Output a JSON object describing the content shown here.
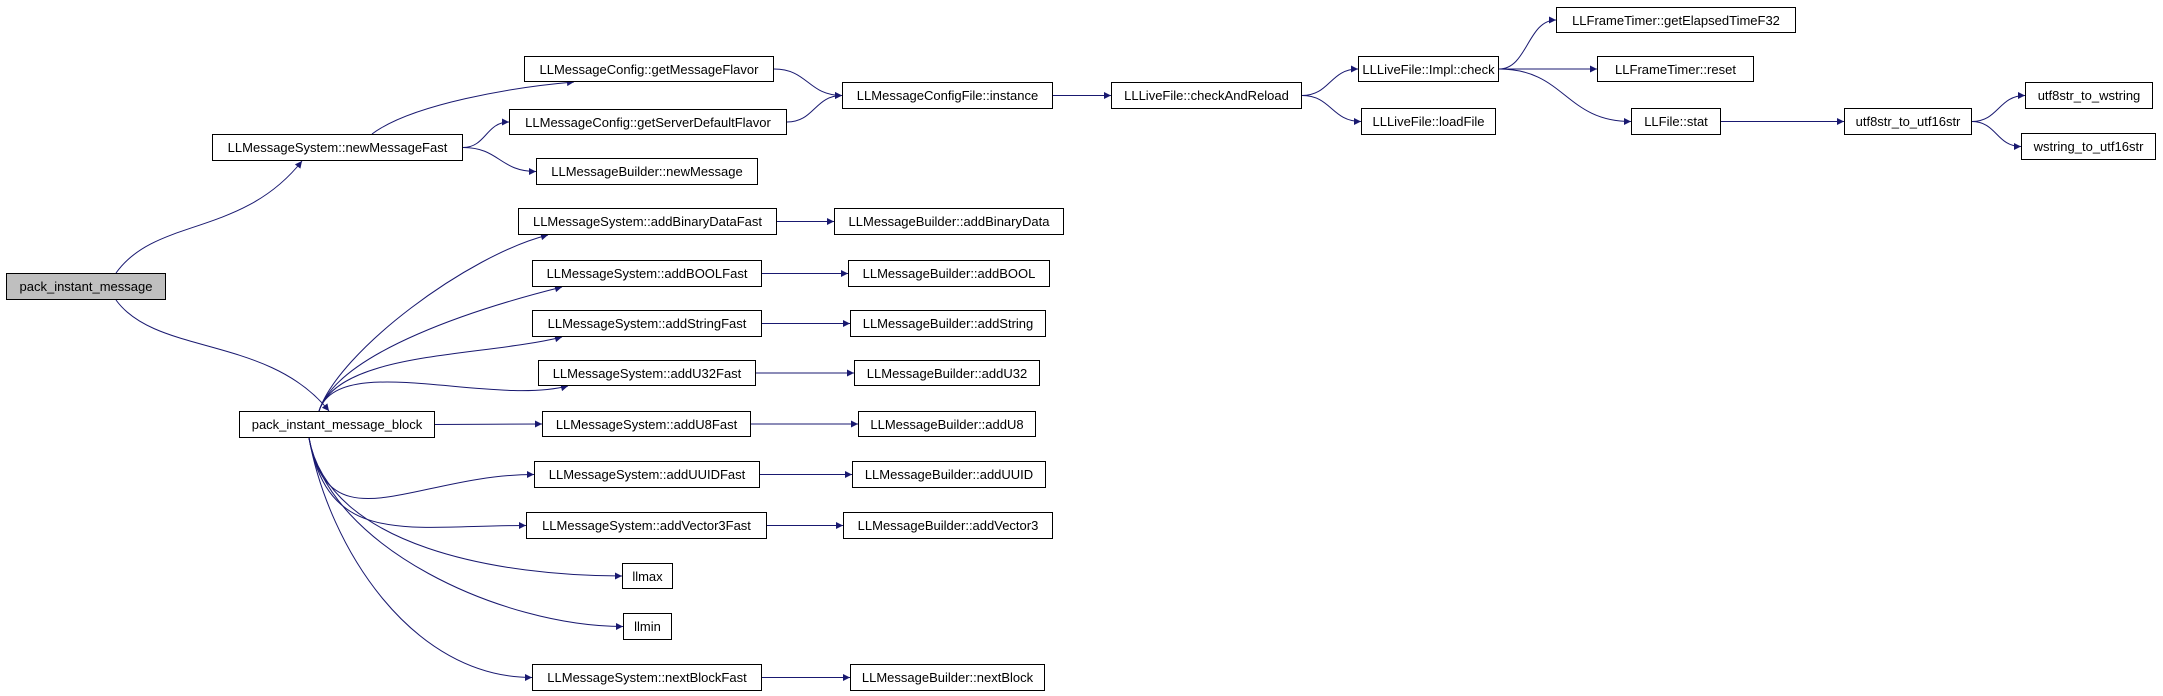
{
  "colors": {
    "edge": "#191970",
    "root_fill": "#bfbfbf",
    "node_fill": "#ffffff",
    "border": "#000000"
  },
  "nodes": [
    {
      "id": "pack_instant_message",
      "label": "pack_instant_message",
      "root": true
    },
    {
      "id": "newMessageFast",
      "label": "LLMessageSystem::newMessageFast"
    },
    {
      "id": "pack_instant_message_block",
      "label": "pack_instant_message_block"
    },
    {
      "id": "getMessageFlavor",
      "label": "LLMessageConfig::getMessageFlavor"
    },
    {
      "id": "getServerDefaultFlavor",
      "label": "LLMessageConfig::getServerDefaultFlavor"
    },
    {
      "id": "newMessage",
      "label": "LLMessageBuilder::newMessage"
    },
    {
      "id": "configInstance",
      "label": "LLMessageConfigFile::instance"
    },
    {
      "id": "checkAndReload",
      "label": "LLLiveFile::checkAndReload"
    },
    {
      "id": "implCheck",
      "label": "LLLiveFile::Impl::check"
    },
    {
      "id": "loadFile",
      "label": "LLLiveFile::loadFile"
    },
    {
      "id": "getElapsedTimeF32",
      "label": "LLFrameTimer::getElapsedTimeF32"
    },
    {
      "id": "timerReset",
      "label": "LLFrameTimer::reset"
    },
    {
      "id": "fileStat",
      "label": "LLFile::stat"
    },
    {
      "id": "utf8str_to_utf16str",
      "label": "utf8str_to_utf16str"
    },
    {
      "id": "utf8str_to_wstring",
      "label": "utf8str_to_wstring"
    },
    {
      "id": "wstring_to_utf16str",
      "label": "wstring_to_utf16str"
    },
    {
      "id": "addBinaryDataFast",
      "label": "LLMessageSystem::addBinaryDataFast"
    },
    {
      "id": "addBinaryData",
      "label": "LLMessageBuilder::addBinaryData"
    },
    {
      "id": "addBOOLFast",
      "label": "LLMessageSystem::addBOOLFast"
    },
    {
      "id": "addBOOL",
      "label": "LLMessageBuilder::addBOOL"
    },
    {
      "id": "addStringFast",
      "label": "LLMessageSystem::addStringFast"
    },
    {
      "id": "addString",
      "label": "LLMessageBuilder::addString"
    },
    {
      "id": "addU32Fast",
      "label": "LLMessageSystem::addU32Fast"
    },
    {
      "id": "addU32",
      "label": "LLMessageBuilder::addU32"
    },
    {
      "id": "addU8Fast",
      "label": "LLMessageSystem::addU8Fast"
    },
    {
      "id": "addU8",
      "label": "LLMessageBuilder::addU8"
    },
    {
      "id": "addUUIDFast",
      "label": "LLMessageSystem::addUUIDFast"
    },
    {
      "id": "addUUID",
      "label": "LLMessageBuilder::addUUID"
    },
    {
      "id": "addVector3Fast",
      "label": "LLMessageSystem::addVector3Fast"
    },
    {
      "id": "addVector3",
      "label": "LLMessageBuilder::addVector3"
    },
    {
      "id": "llmax",
      "label": "llmax"
    },
    {
      "id": "llmin",
      "label": "llmin"
    },
    {
      "id": "nextBlockFast",
      "label": "LLMessageSystem::nextBlockFast"
    },
    {
      "id": "nextBlock",
      "label": "LLMessageBuilder::nextBlock"
    }
  ],
  "edges": [
    [
      "pack_instant_message",
      "newMessageFast"
    ],
    [
      "pack_instant_message",
      "pack_instant_message_block"
    ],
    [
      "newMessageFast",
      "getMessageFlavor"
    ],
    [
      "newMessageFast",
      "getServerDefaultFlavor"
    ],
    [
      "newMessageFast",
      "newMessage"
    ],
    [
      "getMessageFlavor",
      "configInstance"
    ],
    [
      "getServerDefaultFlavor",
      "configInstance"
    ],
    [
      "configInstance",
      "checkAndReload"
    ],
    [
      "checkAndReload",
      "implCheck"
    ],
    [
      "checkAndReload",
      "loadFile"
    ],
    [
      "implCheck",
      "getElapsedTimeF32"
    ],
    [
      "implCheck",
      "timerReset"
    ],
    [
      "implCheck",
      "fileStat"
    ],
    [
      "fileStat",
      "utf8str_to_utf16str"
    ],
    [
      "utf8str_to_utf16str",
      "utf8str_to_wstring"
    ],
    [
      "utf8str_to_utf16str",
      "wstring_to_utf16str"
    ],
    [
      "pack_instant_message_block",
      "addBinaryDataFast"
    ],
    [
      "pack_instant_message_block",
      "addBOOLFast"
    ],
    [
      "pack_instant_message_block",
      "addStringFast"
    ],
    [
      "pack_instant_message_block",
      "addU32Fast"
    ],
    [
      "pack_instant_message_block",
      "addU8Fast"
    ],
    [
      "pack_instant_message_block",
      "addUUIDFast"
    ],
    [
      "pack_instant_message_block",
      "addVector3Fast"
    ],
    [
      "pack_instant_message_block",
      "llmax"
    ],
    [
      "pack_instant_message_block",
      "llmin"
    ],
    [
      "pack_instant_message_block",
      "nextBlockFast"
    ],
    [
      "addBinaryDataFast",
      "addBinaryData"
    ],
    [
      "addBOOLFast",
      "addBOOL"
    ],
    [
      "addStringFast",
      "addString"
    ],
    [
      "addU32Fast",
      "addU32"
    ],
    [
      "addU8Fast",
      "addU8"
    ],
    [
      "addUUIDFast",
      "addUUID"
    ],
    [
      "addVector3Fast",
      "addVector3"
    ],
    [
      "nextBlockFast",
      "nextBlock"
    ]
  ]
}
